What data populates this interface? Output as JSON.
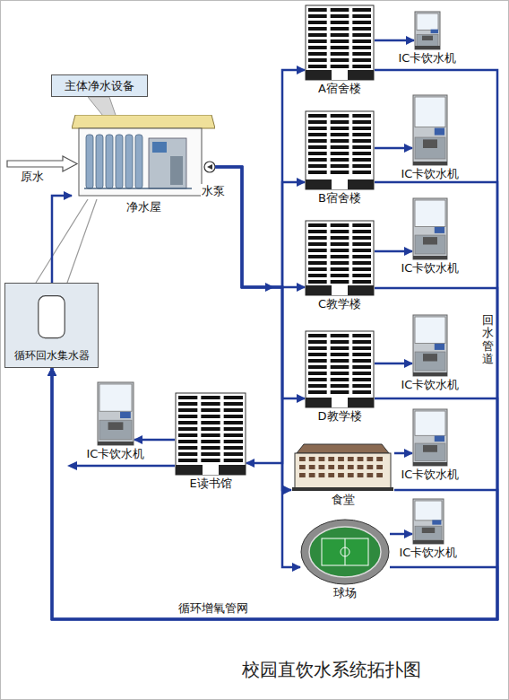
{
  "diagram": {
    "caption": "校园直饮水系统拓扑图",
    "nodes": [
      {
        "text": [
          "主体净水设备"
        ]
      },
      {
        "text": [
          "净水屋"
        ]
      },
      {
        "text": [
          "循环回水集水器"
        ]
      },
      {
        "text": [
          "A宿舍楼"
        ]
      },
      {
        "text": [
          "IC卡饮水机"
        ]
      },
      {
        "text": [
          "B宿舍楼"
        ]
      },
      {
        "text": [
          "IC卡饮水机"
        ]
      },
      {
        "text": [
          "C教学楼"
        ]
      },
      {
        "text": [
          "IC卡饮水机"
        ]
      },
      {
        "text": [
          "D教学楼"
        ]
      },
      {
        "text": [
          "IC卡饮水机"
        ]
      },
      {
        "text": [
          "E读书馆"
        ]
      },
      {
        "text": [
          "IC卡饮水机"
        ]
      },
      {
        "text": [
          "食堂"
        ]
      },
      {
        "text": [
          "IC卡饮水机"
        ]
      },
      {
        "text": [
          "球场"
        ]
      },
      {
        "text": [
          "IC卡饮水机"
        ]
      }
    ],
    "edges": [
      {
        "from": 1,
        "to": 3,
        "arrow": "to"
      },
      {
        "from": 1,
        "to": 5,
        "arrow": "to"
      },
      {
        "from": 1,
        "to": 7,
        "arrow": "to"
      },
      {
        "from": 1,
        "to": 9,
        "arrow": "to"
      },
      {
        "from": 1,
        "to": 11,
        "arrow": "to"
      },
      {
        "from": 1,
        "to": 13,
        "arrow": "to"
      },
      {
        "from": 1,
        "to": 15,
        "arrow": "to"
      },
      {
        "from": 3,
        "to": 4,
        "arrow": "to"
      },
      {
        "from": 5,
        "to": 6,
        "arrow": "to"
      },
      {
        "from": 7,
        "to": 8,
        "arrow": "to"
      },
      {
        "from": 9,
        "to": 10,
        "arrow": "to"
      },
      {
        "from": 11,
        "to": 12,
        "arrow": "to"
      },
      {
        "from": 13,
        "to": 14,
        "arrow": "to"
      },
      {
        "from": 15,
        "to": 16,
        "arrow": "to"
      },
      {
        "from": 3,
        "to": 2,
        "arrow": "to"
      },
      {
        "from": 5,
        "to": 2,
        "arrow": "to"
      },
      {
        "from": 7,
        "to": 2,
        "arrow": "to"
      },
      {
        "from": 9,
        "to": 2,
        "arrow": "to"
      },
      {
        "from": 13,
        "to": 2,
        "arrow": "to"
      },
      {
        "from": 15,
        "to": 2,
        "arrow": "to"
      },
      {
        "from": 2,
        "to": 1,
        "arrow": "to"
      }
    ],
    "labels": [
      "原水",
      "水泵",
      "回水管道",
      "循环增氧管网"
    ]
  }
}
